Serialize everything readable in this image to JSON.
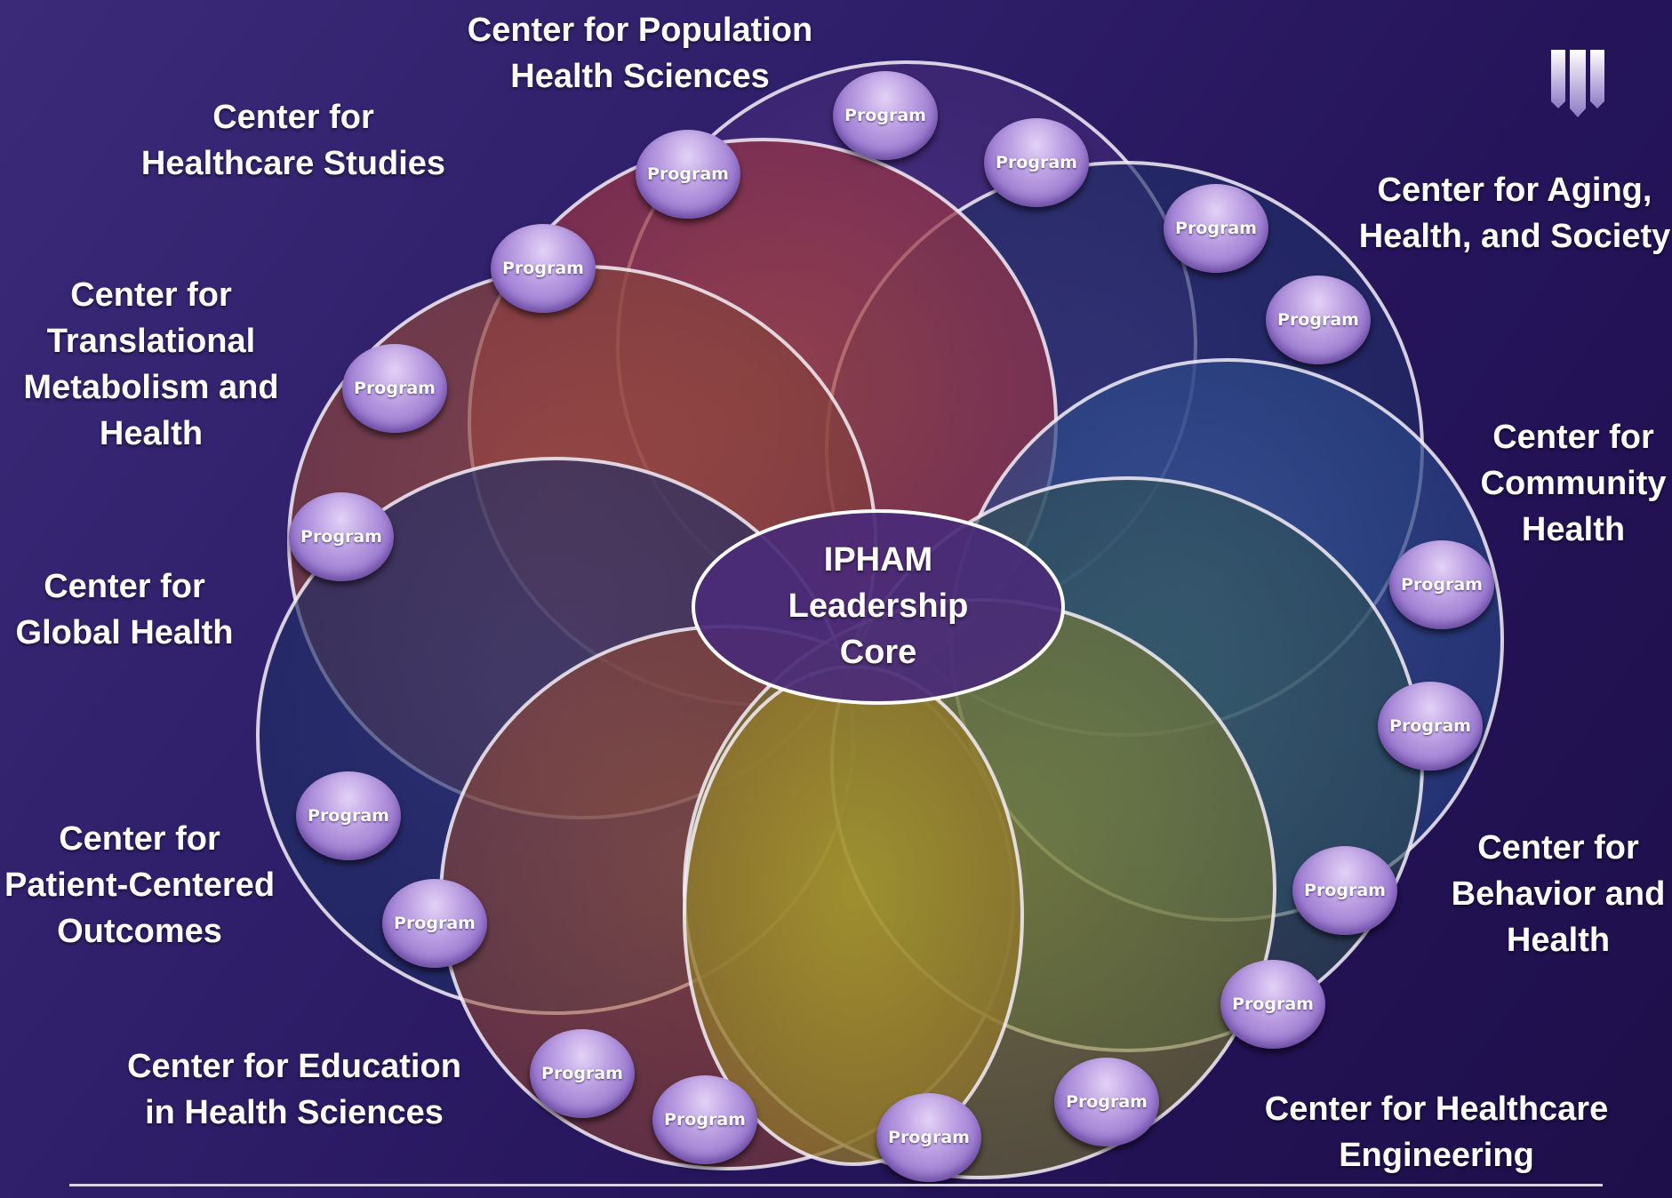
{
  "core": {
    "lines": [
      "IPHAM",
      "Leadership",
      "Core"
    ]
  },
  "centers": [
    {
      "id": "population",
      "lines": [
        "Center for Population",
        "Health Sciences"
      ]
    },
    {
      "id": "healthcare-studies",
      "lines": [
        "Center for",
        "Healthcare Studies"
      ]
    },
    {
      "id": "aging",
      "lines": [
        "Center for Aging,",
        "Health, and Society"
      ]
    },
    {
      "id": "translational",
      "lines": [
        "Center for",
        "Translational",
        "Metabolism and",
        "Health"
      ]
    },
    {
      "id": "community",
      "lines": [
        "Center for",
        "Community",
        "Health"
      ]
    },
    {
      "id": "global",
      "lines": [
        "Center for",
        "Global Health"
      ]
    },
    {
      "id": "behavior",
      "lines": [
        "Center for",
        "Behavior and",
        "Health"
      ]
    },
    {
      "id": "patient",
      "lines": [
        "Center for",
        "Patient-Centered",
        "Outcomes"
      ]
    },
    {
      "id": "education",
      "lines": [
        "Center for Education",
        "in Health Sciences"
      ]
    },
    {
      "id": "engineering",
      "lines": [
        "Center for Healthcare",
        "Engineering"
      ]
    }
  ],
  "program_label": "Program",
  "colors": {
    "background": "#2a1a64",
    "circle_stroke": "#ffffff",
    "program_bubble": "#b79ae0",
    "core_fill": "#4a2a78"
  },
  "logo_icon": "university-shield-logo-icon"
}
